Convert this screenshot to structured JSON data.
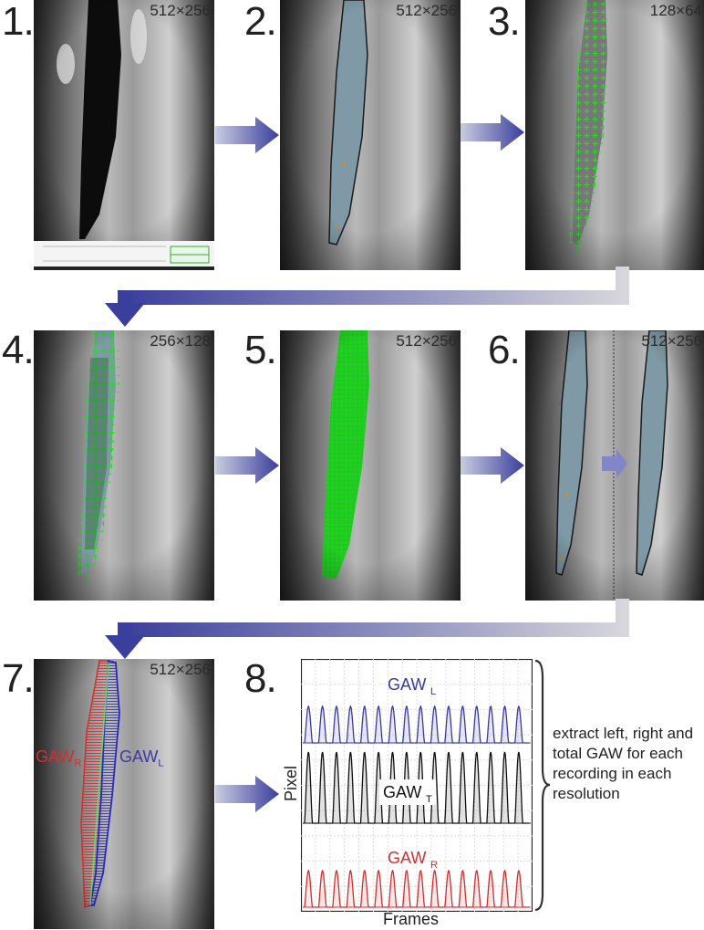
{
  "steps": [
    {
      "number": "1.",
      "resolution": "512×256"
    },
    {
      "number": "2.",
      "resolution": "512×256"
    },
    {
      "number": "3.",
      "resolution": "128×64"
    },
    {
      "number": "4.",
      "resolution": "256×128"
    },
    {
      "number": "5.",
      "resolution": "512×256"
    },
    {
      "number": "6.",
      "resolution": "512×256"
    },
    {
      "number": "7.",
      "resolution": "512×256"
    },
    {
      "number": "8.",
      "resolution": ""
    }
  ],
  "panel7": {
    "left_label": "GAW",
    "left_sub": "R",
    "right_label": "GAW",
    "right_sub": "L"
  },
  "chart_data": {
    "type": "line",
    "xlabel": "Frames",
    "ylabel": "Pixel",
    "series": [
      {
        "name": "GAW",
        "sub": "L",
        "color": "#3a3aa0",
        "peaks": 16
      },
      {
        "name": "GAW",
        "sub": "T",
        "color": "#111111",
        "peaks": 16
      },
      {
        "name": "GAW",
        "sub": "R",
        "color": "#d03030",
        "peaks": 16
      }
    ]
  },
  "description": "extract left, right and total GAW for each recording in each resolution",
  "colors": {
    "arrow": "#3b3f9c",
    "segmentation": "#7f9aa6",
    "points": "#22dd22"
  }
}
